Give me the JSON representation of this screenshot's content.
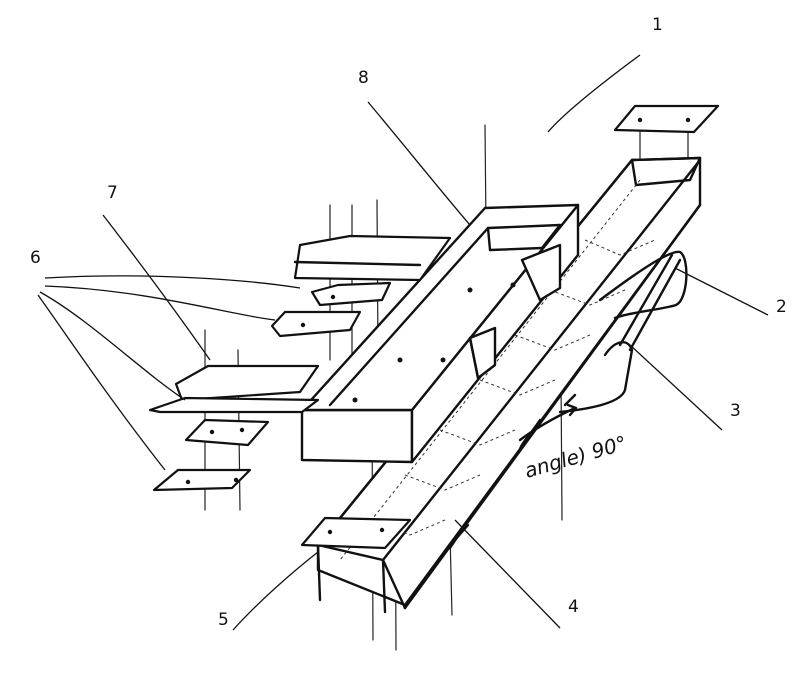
{
  "labels": {
    "l1": "1",
    "l2": "2",
    "l3": "3",
    "l4": "4",
    "l5": "5",
    "l6": "6",
    "l7": "7",
    "l8": "8"
  },
  "annotation": "angle) 90°"
}
